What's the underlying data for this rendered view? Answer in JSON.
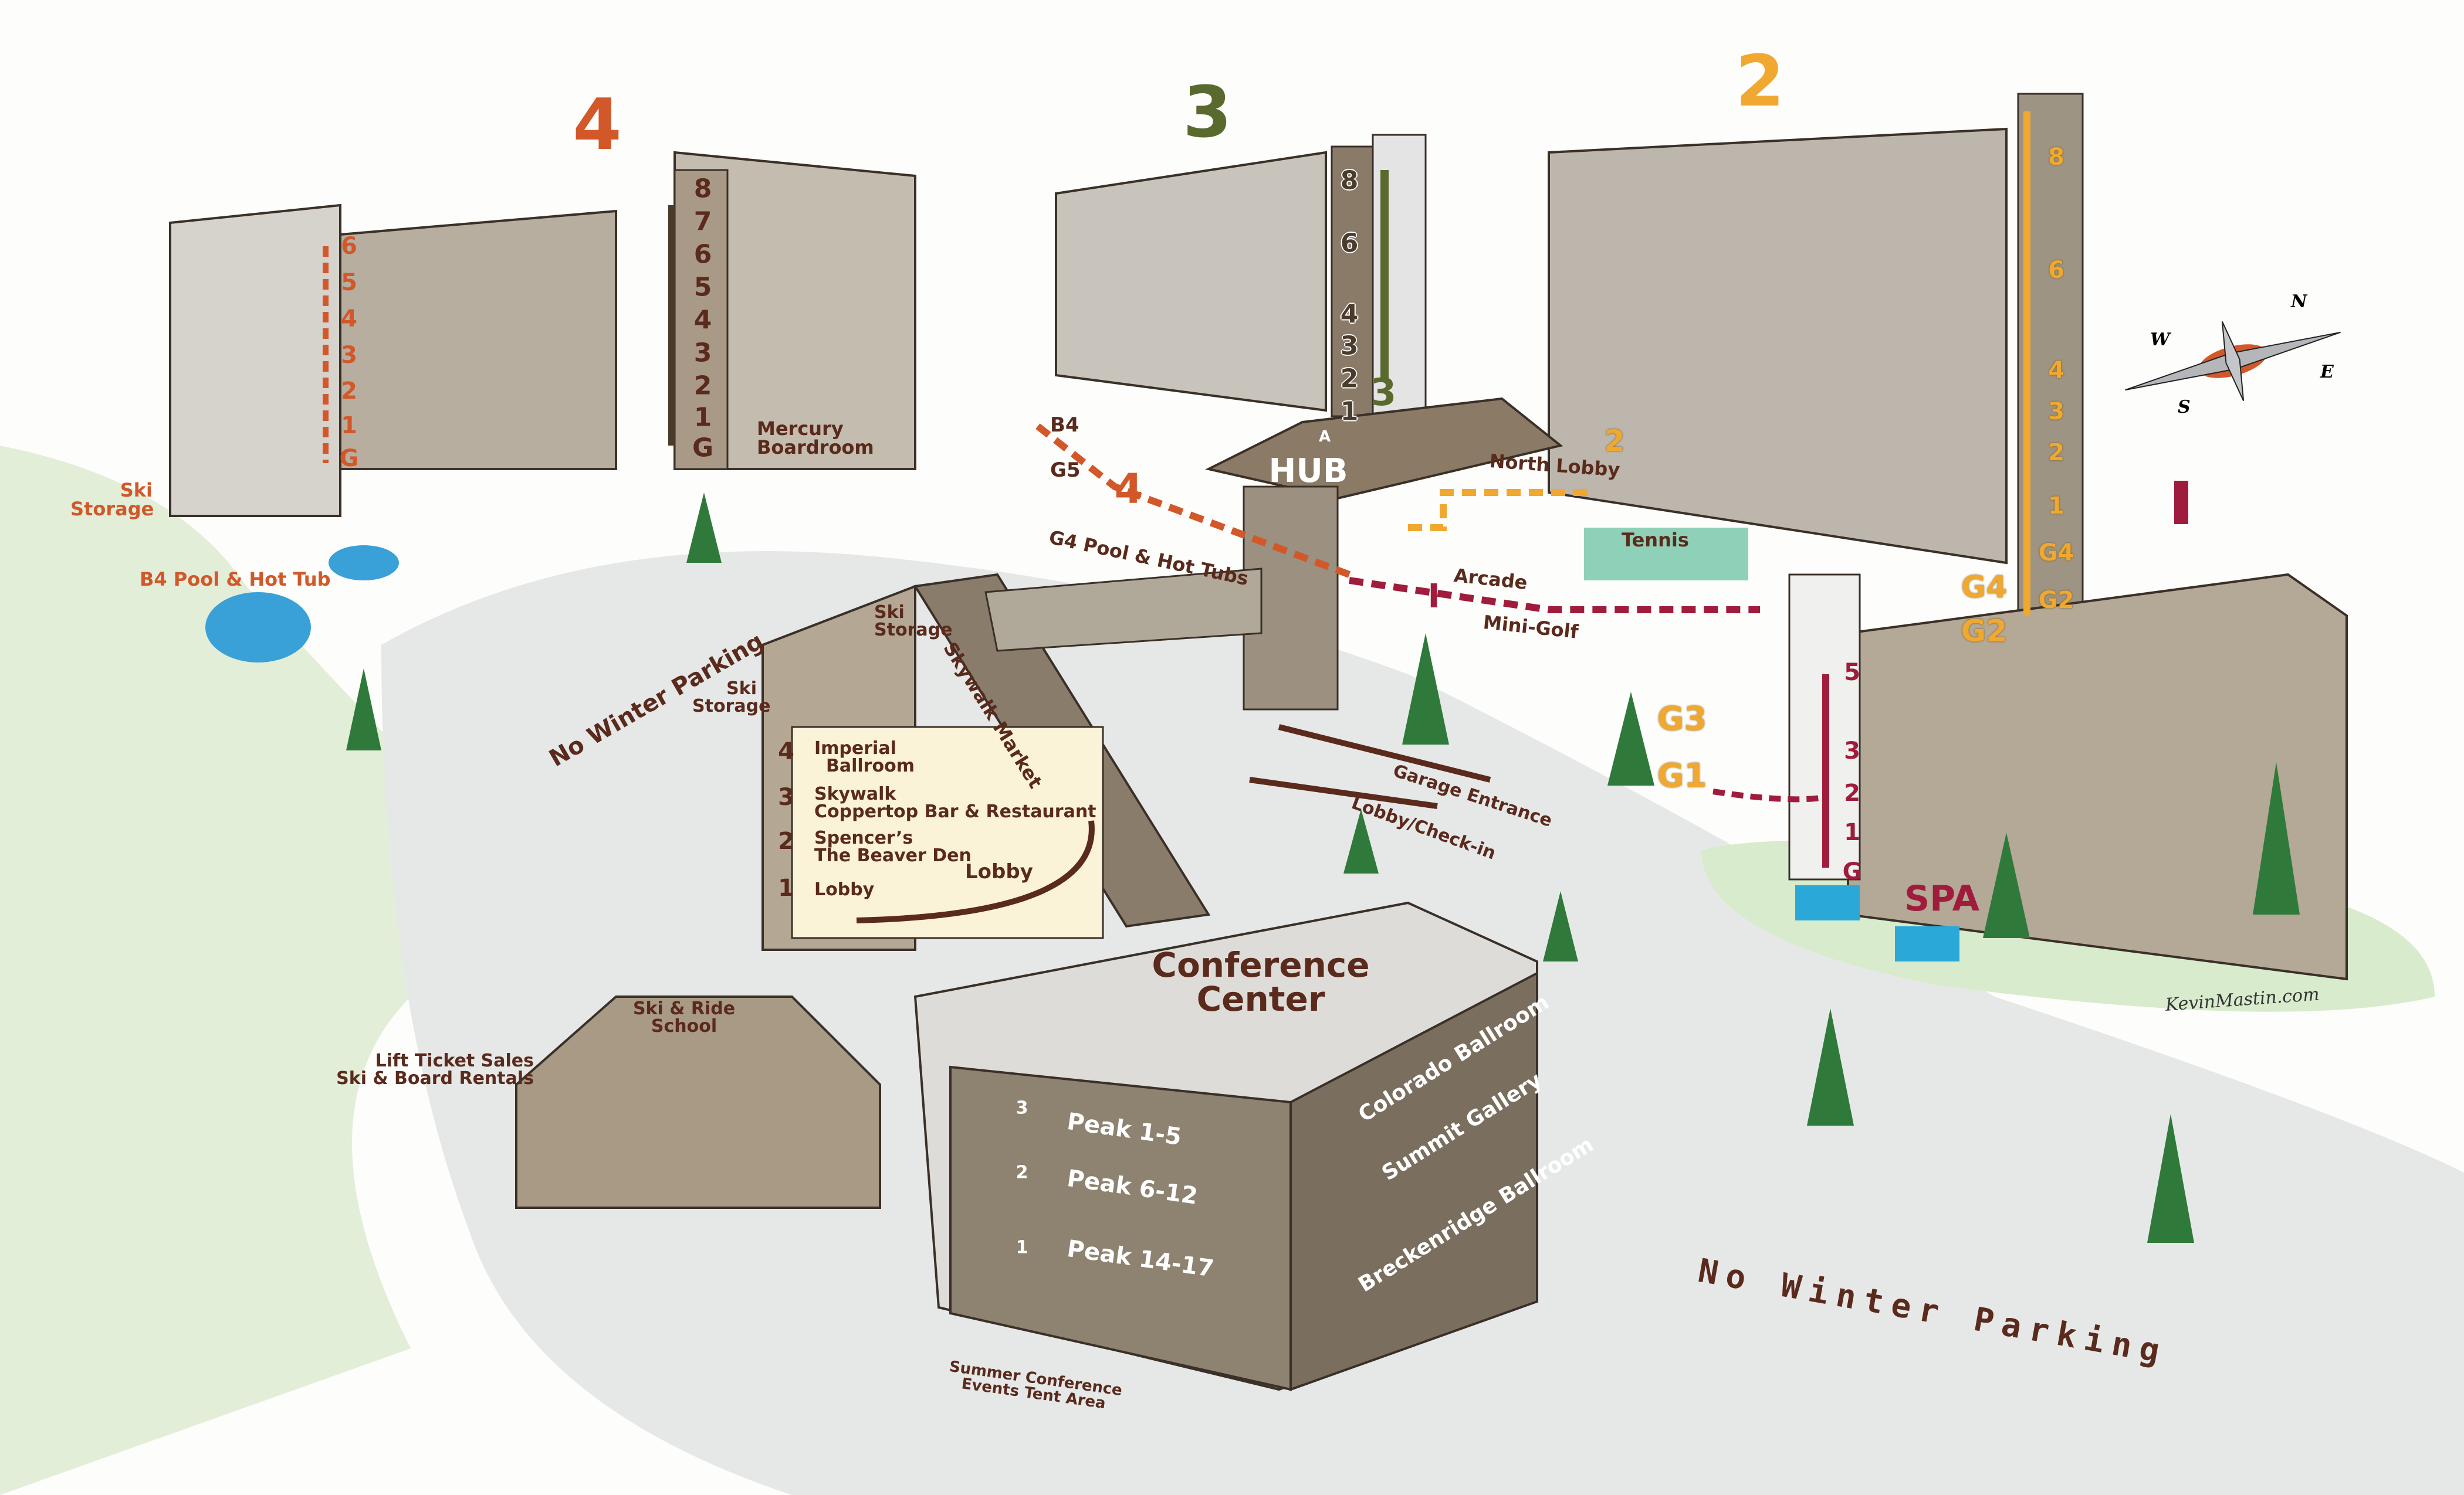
{
  "buildings": {
    "b4": {
      "number": "4",
      "color": "#d2582a"
    },
    "b3": {
      "number": "3",
      "color": "#5a6a2e"
    },
    "b2": {
      "number": "2",
      "color": "#f0a830"
    },
    "b1": {
      "number": "I",
      "color": "#a01c3c"
    }
  },
  "floors": {
    "b4_west": [
      "6",
      "5",
      "4",
      "3",
      "2",
      "1",
      "G"
    ],
    "b4_tower": [
      "8",
      "7",
      "6",
      "5",
      "4",
      "3",
      "2",
      "1",
      "G"
    ],
    "b3_tower": [
      "8",
      "6",
      "4",
      "3",
      "2",
      "1"
    ],
    "b2_tower": [
      "8",
      "6",
      "4",
      "3",
      "2",
      "1",
      "G4",
      "G2"
    ],
    "spa_elevator": [
      "5",
      "3",
      "2",
      "1",
      "G"
    ],
    "conference": [
      "3",
      "2",
      "1"
    ],
    "village": [
      {
        "num": "4",
        "lines": [
          "Imperial",
          "Ballroom"
        ]
      },
      {
        "num": "3",
        "lines": [
          "Skywalk",
          "Coppertop Bar & Restaurant"
        ]
      },
      {
        "num": "2",
        "lines": [
          "Spencer’s",
          "The Beaver Den"
        ]
      },
      {
        "num": "1",
        "lines": [
          "Lobby"
        ]
      }
    ]
  },
  "labels": {
    "ski_storage_west": [
      "Ski",
      "Storage"
    ],
    "b4_pool": "B4 Pool & Hot Tub",
    "mercury": [
      "Mercury",
      "Boardroom"
    ],
    "b4_level": "B4",
    "g5_level": "G5",
    "path4": "4",
    "g4_pool": "G4 Pool & Hot Tubs",
    "hub": "HUB",
    "hub_a": "A",
    "b3_mark": "3",
    "north_lobby": "North Lobby",
    "north_lobby_mark": "2",
    "tennis": "Tennis",
    "arcade": "Arcade",
    "mini_golf": "Mini-Golf",
    "path1": "I",
    "g3": "G3",
    "g1": "G1",
    "g4": "G4",
    "g2": "G2",
    "spa": "SPA",
    "garage_entrance": "Garage Entrance",
    "lobby_checkin": "Lobby/Check-in",
    "no_winter_parking_1": "No Winter Parking",
    "ski_storage_2": [
      "Ski",
      "Storage"
    ],
    "ski_storage_3": [
      "Ski",
      "Storage"
    ],
    "skywalk_market": "Skywalk Market",
    "lobby": "Lobby",
    "conference_center": [
      "Conference",
      "Center"
    ],
    "peaks": [
      "Peak 1-5",
      "Peak 6-12",
      "Peak 14-17"
    ],
    "ballrooms": [
      "Colorado Ballroom",
      "Summit Gallery",
      "Breckenridge Ballroom"
    ],
    "ski_ride_school": [
      "Ski & Ride",
      "School"
    ],
    "lift_tickets": [
      "Lift Ticket Sales",
      "Ski & Board Rentals"
    ],
    "summer_tent": [
      "Summer Conference",
      "Events Tent Area"
    ],
    "no_winter_parking_2": "No Winter Parking",
    "signature": "KevinMastin.com"
  },
  "compass": {
    "n": "N",
    "e": "E",
    "s": "S",
    "w": "W"
  },
  "colors": {
    "brown": "#5a2a1c",
    "orange": "#d2582a",
    "yellow": "#f0a830",
    "crimson": "#a01c3c",
    "olive": "#5a6a2e"
  }
}
